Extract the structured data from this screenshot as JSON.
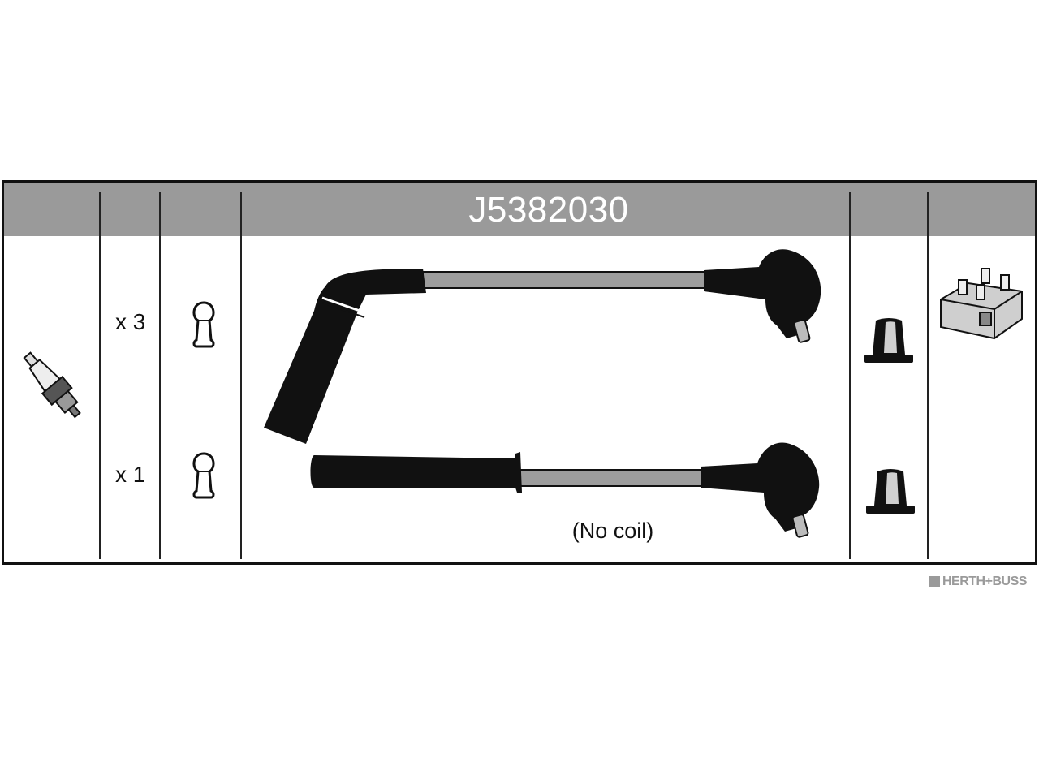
{
  "diagram": {
    "part_number": "J5382030",
    "rows": [
      {
        "quantity": "x 3"
      },
      {
        "quantity": "x 1"
      }
    ],
    "note": "(No coil)",
    "icons": [
      "spark-plug-icon",
      "spark-plug-terminal-icon",
      "ignition-lead-icon",
      "distributor-cap-boot-icon",
      "ignition-coil-icon"
    ],
    "colors": {
      "header": "#9a9a9a",
      "lines": "#111111",
      "cable": "#9d9d9d"
    }
  },
  "brand": {
    "label": "HERTH+BUSS"
  }
}
